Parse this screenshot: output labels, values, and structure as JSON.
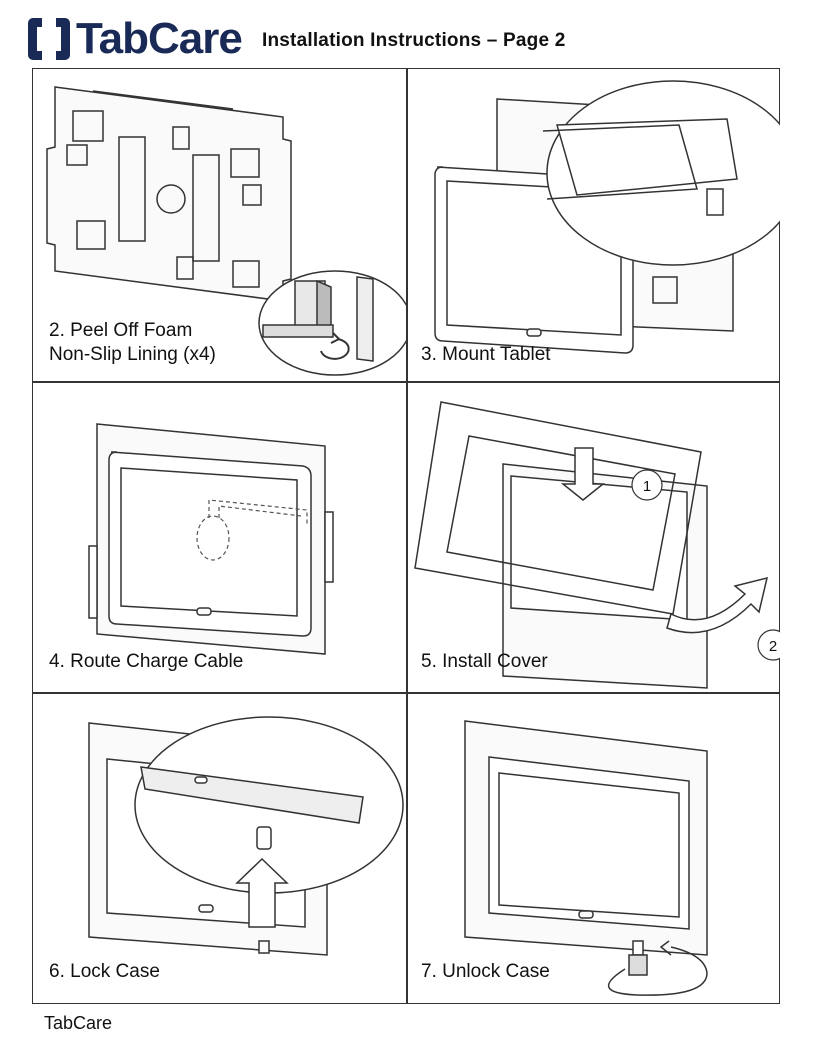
{
  "header": {
    "brand": "TabCare",
    "title": "Installation Instructions – Page 2"
  },
  "steps": [
    {
      "line1": "2. Peel Off Foam",
      "line2": "Non-Slip Lining (x4)"
    },
    {
      "line1": "3. Mount Tablet"
    },
    {
      "line1": "4. Route Charge Cable"
    },
    {
      "line1": "5. Install Cover",
      "marker1": "1",
      "marker2": "2"
    },
    {
      "line1": "6. Lock Case"
    },
    {
      "line1": "7. Unlock Case"
    }
  ],
  "footer": {
    "text": "TabCare"
  },
  "colors": {
    "brand": "#1a2a56",
    "line": "#333333"
  }
}
